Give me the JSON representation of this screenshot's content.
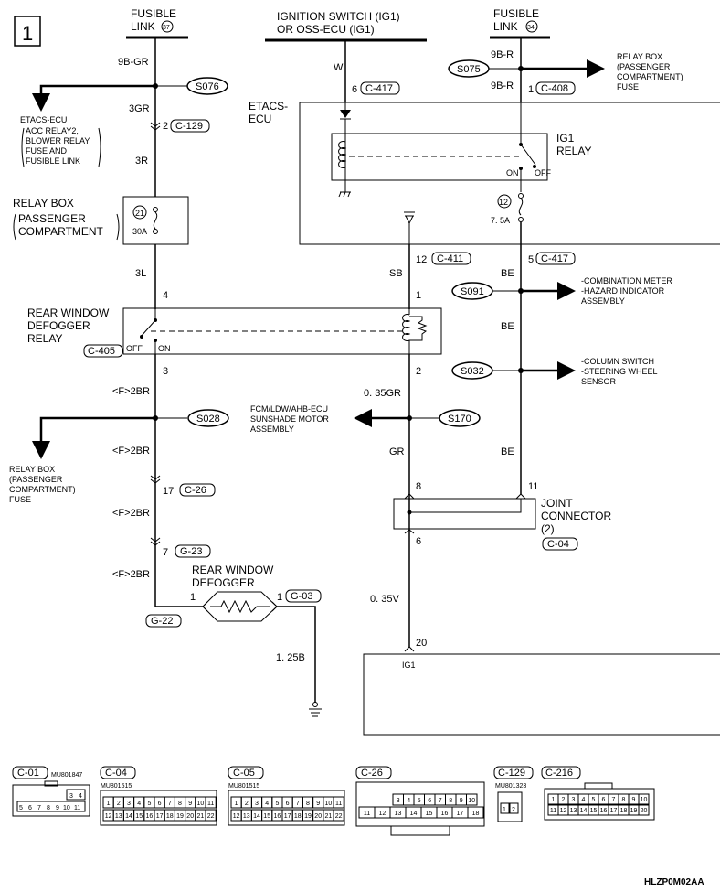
{
  "page_number": "1",
  "sources": {
    "fusible_left": [
      "FUSIBLE",
      "LINK"
    ],
    "fusible_left_num": "37",
    "ignition": [
      "IGNITION SWITCH (IG1)",
      "OR OSS-ECU (IG1)"
    ],
    "fusible_right": [
      "FUSIBLE",
      "LINK"
    ],
    "fusible_right_num": "34"
  },
  "wires": {
    "w_9bgr": "9B-GR",
    "w_3gr": "3GR",
    "w_3r": "3R",
    "w_3l": "3L",
    "w_w": "W",
    "w_9br_top": "9B-R",
    "w_9br_bot": "9B-R",
    "w_sb": "SB",
    "w_be1": "BE",
    "w_be2": "BE",
    "w_be3": "BE",
    "w_f2br_1": "<F>2BR",
    "w_f2br_2": "<F>2BR",
    "w_f2br_3": "<F>2BR",
    "w_f2br_4": "<F>2BR",
    "w_035gr": "0. 35GR",
    "w_gr": "GR",
    "w_035v": "0. 35V",
    "w_125b": "1. 25B"
  },
  "connectors": {
    "c129": "C-129",
    "c417a": "C-417",
    "c408": "C-408",
    "c411": "C-411",
    "c417b": "C-417",
    "c405": "C-405",
    "c26": "C-26",
    "g23": "G-23",
    "g03": "G-03",
    "g22": "G-22",
    "c04": "C-04"
  },
  "pins": {
    "p2": "2",
    "p6a": "6",
    "p1a": "1",
    "p12": "12",
    "p5": "5",
    "p4": "4",
    "p1b": "1",
    "p3": "3",
    "p2b": "2",
    "p17": "17",
    "p7": "7",
    "p1l": "1",
    "p1r": "1",
    "p8": "8",
    "p11": "11",
    "p6b": "6",
    "p20": "20"
  },
  "splices": {
    "s076": "S076",
    "s075": "S075",
    "s091": "S091",
    "s032": "S032",
    "s028": "S028",
    "s170": "S170"
  },
  "components": {
    "etacs_left": [
      "ETACS-ECU",
      "ACC RELAY2,",
      "BLOWER RELAY,",
      "FUSE AND",
      "FUSIBLE LINK"
    ],
    "relay_box_right": [
      "RELAY BOX",
      "(PASSENGER",
      "COMPARTMENT)",
      "FUSE"
    ],
    "etacs_ecu": [
      "ETACS-",
      "ECU"
    ],
    "ig1_relay": [
      "IG1",
      "RELAY"
    ],
    "on": "ON",
    "off": "OFF",
    "fuse12_num": "12",
    "fuse12_amp": "7. 5A",
    "relay_box_left": [
      "RELAY BOX",
      "PASSENGER",
      "COMPARTMENT"
    ],
    "fuse21_num": "21",
    "fuse21_amp": "30A",
    "rwd_relay": [
      "REAR WINDOW",
      "DEFOGGER",
      "RELAY"
    ],
    "rwd_off": "OFF",
    "rwd_on": "ON",
    "comb_meter": [
      "-COMBINATION METER",
      "-HAZARD INDICATOR",
      " ASSEMBLY"
    ],
    "column_switch": [
      "-COLUMN SWITCH",
      "-STEERING WHEEL",
      " SENSOR"
    ],
    "fcm": [
      "FCM/LDW/AHB-ECU",
      "SUNSHADE MOTOR",
      "ASSEMBLY"
    ],
    "relay_box_bl": [
      "RELAY BOX",
      "(PASSENGER",
      "COMPARTMENT)",
      "FUSE"
    ],
    "joint_connector": [
      "JOINT",
      "CONNECTOR",
      "(2)"
    ],
    "rw_defogger": [
      "REAR WINDOW",
      "DEFOGGER"
    ],
    "ig1": "IG1"
  },
  "legend": {
    "c01": "C-01",
    "c01_part": "MU801847",
    "c04": "C-04",
    "c04_part": "MU801515",
    "c05": "C-05",
    "c05_part": "MU801515",
    "c26": "C-26",
    "c129": "C-129",
    "c129_part": "MU801323",
    "c216": "C-216",
    "c01_row1": [
      "3",
      "4"
    ],
    "c01_row2": [
      "5",
      "6",
      "7",
      "8",
      "9",
      "10",
      "11"
    ],
    "c04_row1": [
      "1",
      "2",
      "3",
      "4",
      "5",
      "6",
      "7",
      "8",
      "9",
      "10",
      "11"
    ],
    "c04_row2": [
      "12",
      "13",
      "14",
      "15",
      "16",
      "17",
      "18",
      "19",
      "20",
      "21",
      "22"
    ],
    "c26_row1": [
      "3",
      "4",
      "5",
      "6",
      "7",
      "8",
      "9",
      "10"
    ],
    "c26_row2": [
      "11",
      "12",
      "13",
      "14",
      "15",
      "16",
      "17",
      "18"
    ],
    "c129_pins": [
      "1",
      "2"
    ],
    "c216_row1": [
      "1",
      "2",
      "3",
      "4",
      "5",
      "6",
      "7",
      "8",
      "9",
      "10"
    ],
    "c216_row2": [
      "11",
      "12",
      "13",
      "14",
      "15",
      "16",
      "17",
      "18",
      "19",
      "20"
    ]
  },
  "footer_code": "HLZP0M02AA"
}
